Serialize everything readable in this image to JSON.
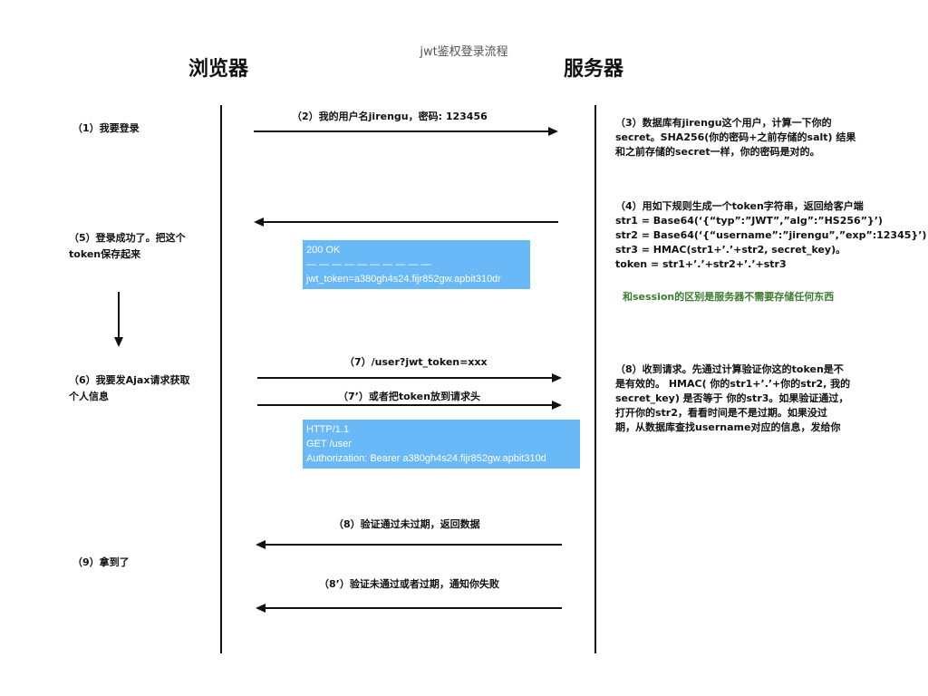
{
  "title": "jwt鉴权登录流程",
  "columns": {
    "browser": "浏览器",
    "server": "服务器"
  },
  "browser_steps": {
    "s1": "（1）我要登录",
    "s5": "（5）登录成功了。把这个\ntoken保存起来",
    "s6": "（6）我要发Ajax请求获取\n个人信息",
    "s9": "（9）拿到了"
  },
  "messages": {
    "m2": "（2）我的用户名jirengu，密码: 123456",
    "m7": "（7）/user?jwt_token=xxx",
    "m7b": "（7’）或者把token放到请求头",
    "m8": "（8）验证通过未过期，返回数据",
    "m8b": "（8’）验证未通过或者过期，通知你失败"
  },
  "boxes": {
    "token_response": "200 OK\n— — — — — — — — — —\njwt_token=a380gh4s24.fijr852gw.apbit310dr",
    "http_request": "HTTP/1.1\nGET /user\nAuthorization: Bearer a380gh4s24.fijr852gw.apbit310d"
  },
  "server_steps": {
    "s3": "（3）数据库有jirengu这个用户，计算一下你的\nsecret。SHA256(你的密码+之前存储的salt) 结果\n和之前存储的secret一样，你的密码是对的。",
    "s4": "（4）用如下规则生成一个token字符串，返回给客户端\nstr1 = Base64(‘{“typ”:”JWT”,”alg”:”HS256”}’)\nstr2 = Base64(‘{“username”:”jirengu”,”exp”:12345}’)\nstr3 = HMAC(str1+’.’+str2, secret_key)。\ntoken = str1+’.’+str2+’.’+str3",
    "note": "和session的区别是服务器不需要存储任何东西",
    "s8": "  （8）收到请求。先通过计算验证你这的token是不\n是有效的。 HMAC( 你的str1+’.’+你的str2, 我的\nsecret_key) 是否等于 你的str3。如果验证通过，\n打开你的str2，看看时间是不是过期。如果没过\n期，从数据库查找username对应的信息，发给你"
  },
  "colors": {
    "box": "#69b8f7",
    "note": "#3b7d2f",
    "line": "#111111"
  }
}
